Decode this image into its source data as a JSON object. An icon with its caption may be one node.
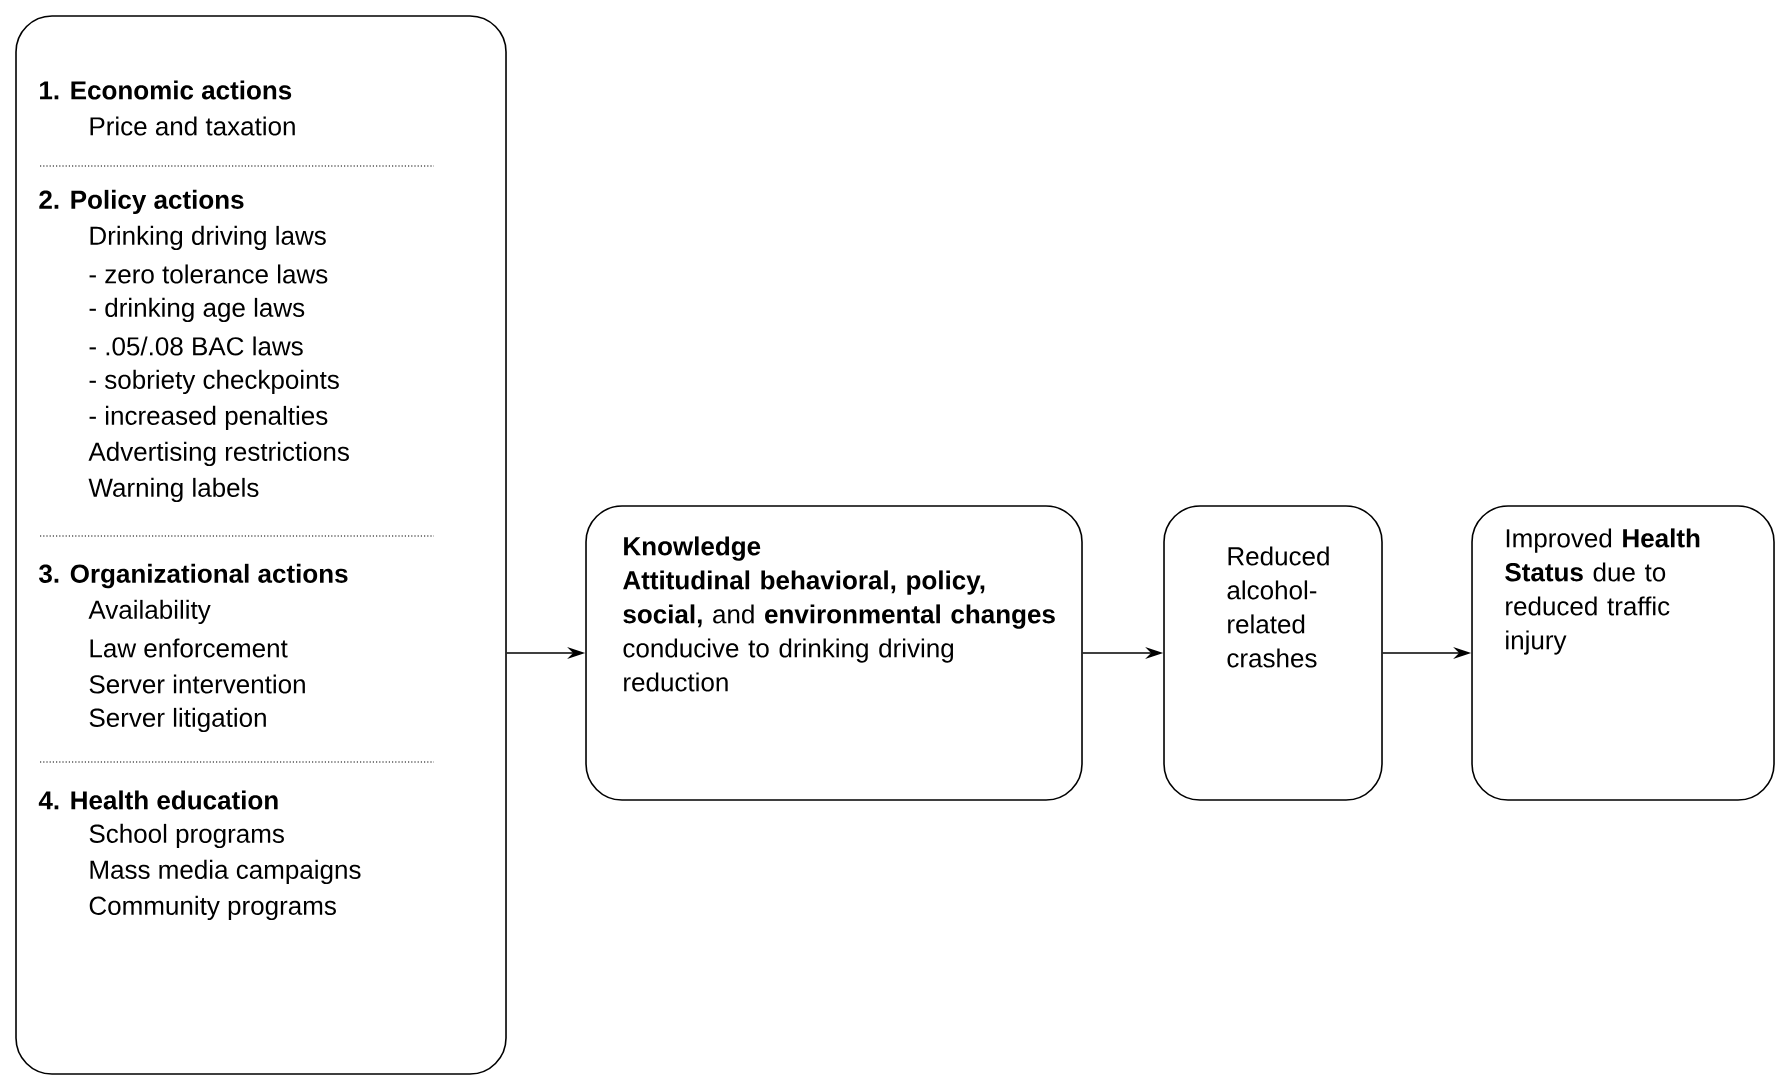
{
  "diagram": {
    "nodes": [
      {
        "text": [
          "1. Economic actions",
          "Price and taxation",
          "2. Policy actions",
          "Drinking driving laws",
          "- zero tolerance laws",
          "- drinking age laws",
          "- .05/.08 BAC laws",
          "- sobriety checkpoints",
          "- increased penalties",
          "Advertising restrictions",
          "Warning labels",
          "3. Organizational actions",
          "Availability",
          "Law enforcement",
          "Server intervention",
          "Server litigation",
          "4. Health education",
          "School programs",
          "Mass media campaigns",
          "Community programs"
        ]
      },
      {
        "text": [
          "Knowledge",
          "**Attitudinal behavioral, policy, social,** and **environmental changes** conducive to drinking driving reduction"
        ]
      },
      {
        "text": [
          "Reduced alcohol-related crashes"
        ]
      },
      {
        "text": [
          "Improved **Health Status** due to reduced traffic injury"
        ]
      }
    ],
    "edges": [
      {
        "from": 0,
        "to": 1,
        "arrow": "to"
      },
      {
        "from": 1,
        "to": 2,
        "arrow": "to"
      },
      {
        "from": 2,
        "to": 3,
        "arrow": "to"
      }
    ]
  }
}
